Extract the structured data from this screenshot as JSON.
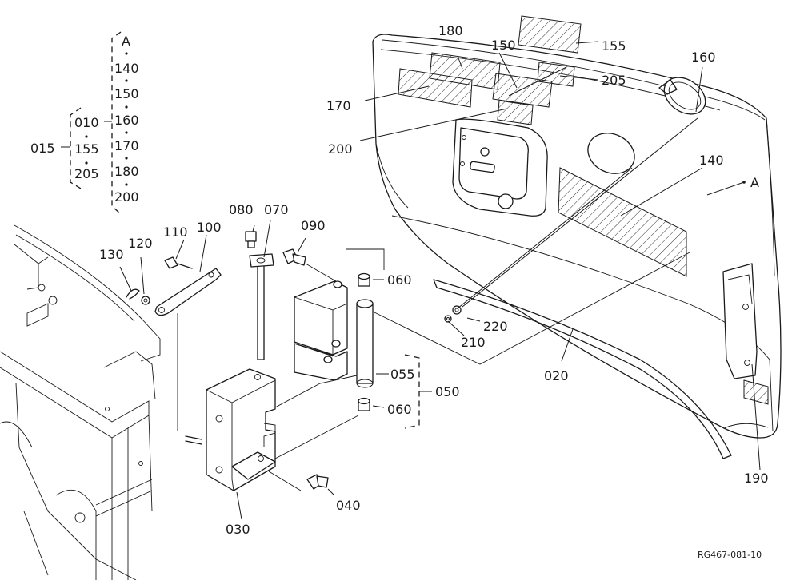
{
  "callouts": {
    "a_top": "A",
    "c140": "140",
    "c150": "150",
    "c160": "160",
    "c170": "170",
    "c180": "180",
    "c200": "200",
    "c010": "010",
    "c155": "155",
    "c205": "205",
    "c015": "015",
    "p180": "180",
    "p150": "150",
    "p155": "155",
    "p160": "160",
    "p205": "205",
    "p170": "170",
    "p200": "200",
    "p140": "140",
    "pA": "A",
    "p080": "080",
    "p070": "070",
    "p090": "090",
    "p110": "110",
    "p100": "100",
    "p130": "130",
    "p120": "120",
    "p060a": "060",
    "p055": "055",
    "p050": "050",
    "p060b": "060",
    "p220": "220",
    "p210": "210",
    "p020": "020",
    "p190": "190",
    "p040": "040",
    "p030": "030"
  },
  "drawing_code": "RG467-081-10"
}
